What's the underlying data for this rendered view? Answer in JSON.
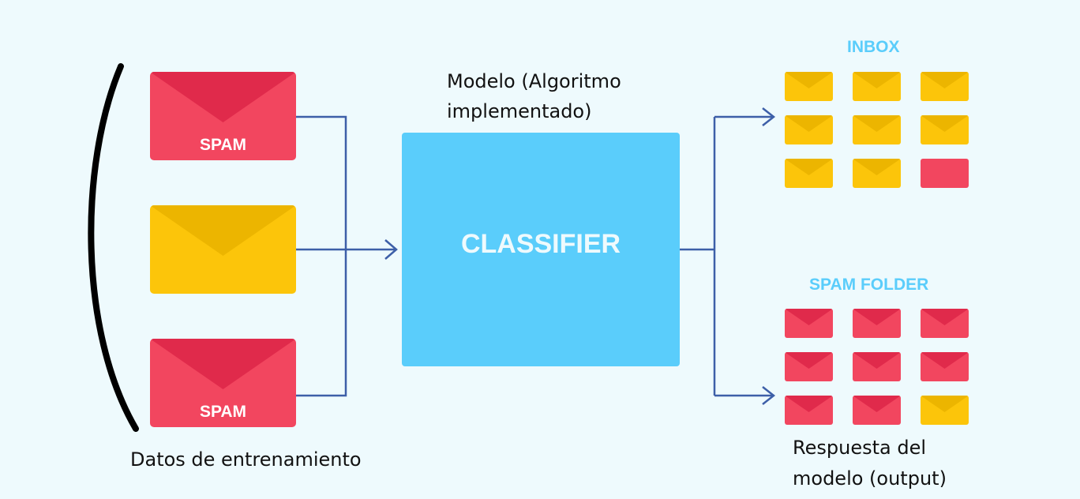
{
  "training": {
    "envelopes": [
      {
        "kind": "spam",
        "label": "SPAM"
      },
      {
        "kind": "normal",
        "label": ""
      },
      {
        "kind": "spam",
        "label": "SPAM"
      }
    ],
    "caption": "Datos de entrenamiento"
  },
  "model": {
    "caption_line1": "Modelo (Algoritmo",
    "caption_line2": "implementado)",
    "classifier_label": "CLASSIFIER"
  },
  "output": {
    "inbox_title": "INBOX",
    "inbox_items": [
      "normal",
      "normal",
      "normal",
      "normal",
      "normal",
      "normal",
      "normal",
      "normal",
      "spam"
    ],
    "spam_title": "SPAM FOLDER",
    "spam_items": [
      "spam",
      "spam",
      "spam",
      "spam",
      "spam",
      "spam",
      "spam",
      "spam",
      "normal"
    ],
    "caption_line1": "Respuesta del",
    "caption_line2": "modelo (output)"
  },
  "colors": {
    "spam": "#f2465f",
    "spam_flap": "#e02a4b",
    "normal": "#fcc50a",
    "normal_flap": "#ecb500",
    "classifier": "#5acdfb",
    "arrow": "#3d5fa8",
    "background": "#eefafd"
  }
}
